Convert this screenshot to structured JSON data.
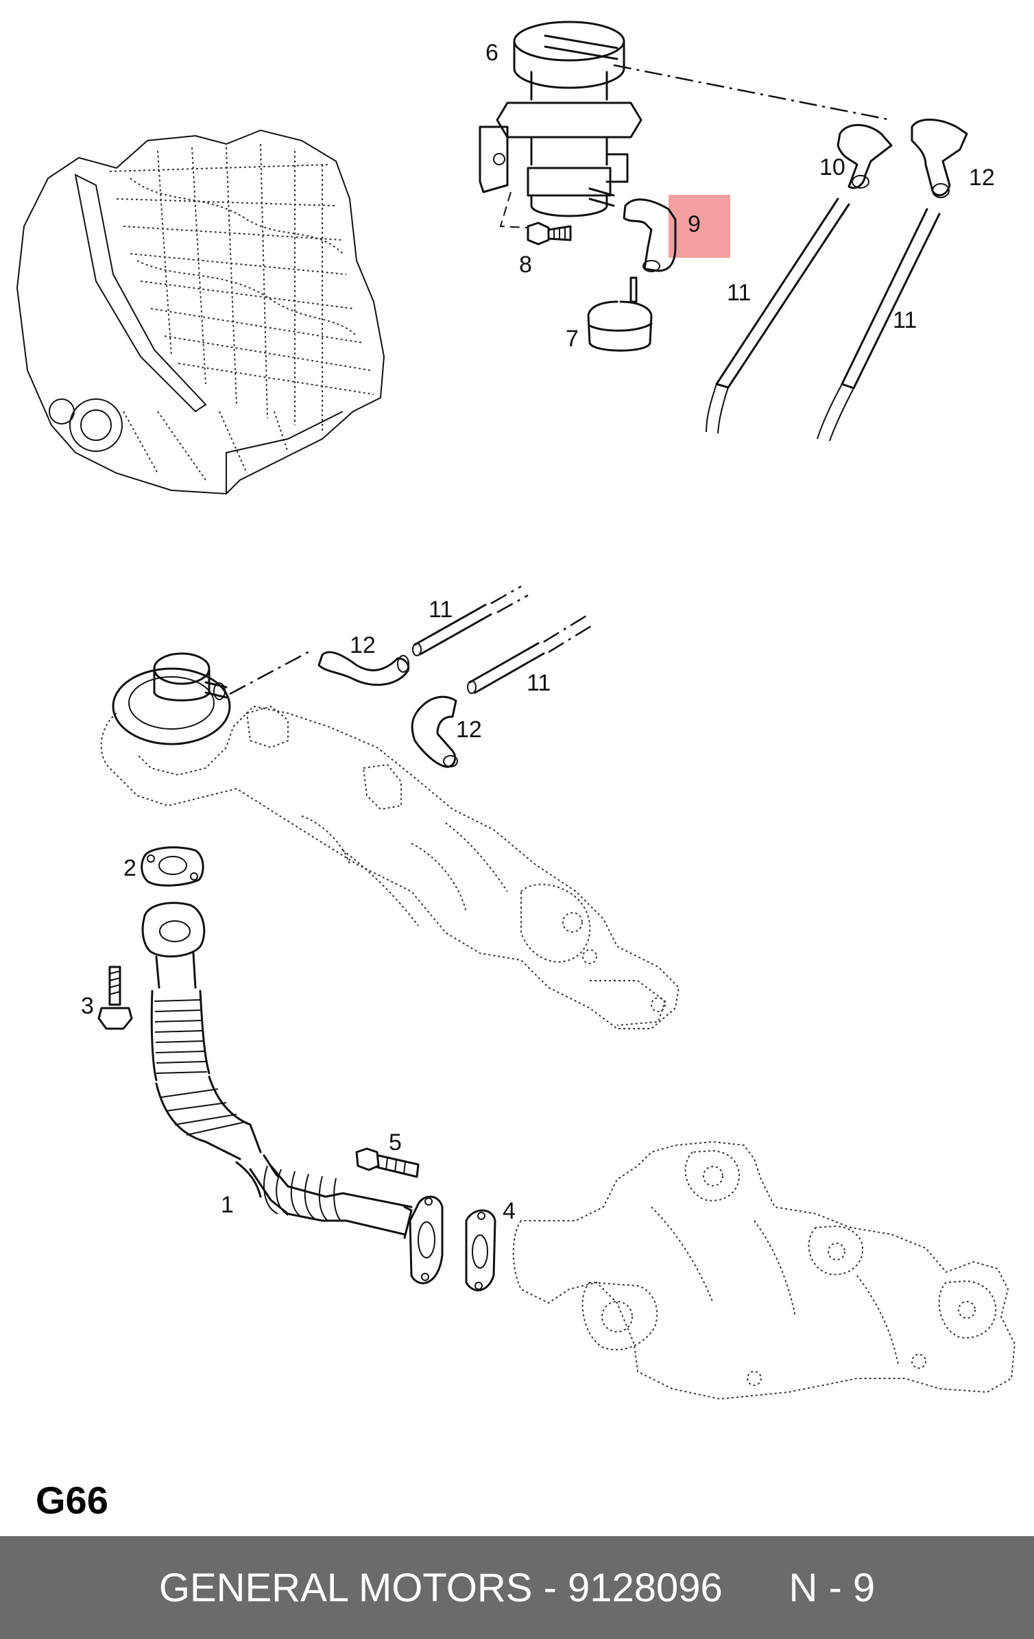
{
  "diagram": {
    "code": "G66",
    "highlight_color": "#f4a0a0",
    "callouts": [
      "6",
      "10",
      "12",
      "9",
      "8",
      "11",
      "11",
      "7",
      "11",
      "12",
      "11",
      "12",
      "2",
      "3",
      "5",
      "1",
      "4"
    ]
  },
  "footer": {
    "text": "GENERAL MOTORS - 9128096      N - 9",
    "background": "#6b6b6b",
    "color": "#ffffff"
  }
}
